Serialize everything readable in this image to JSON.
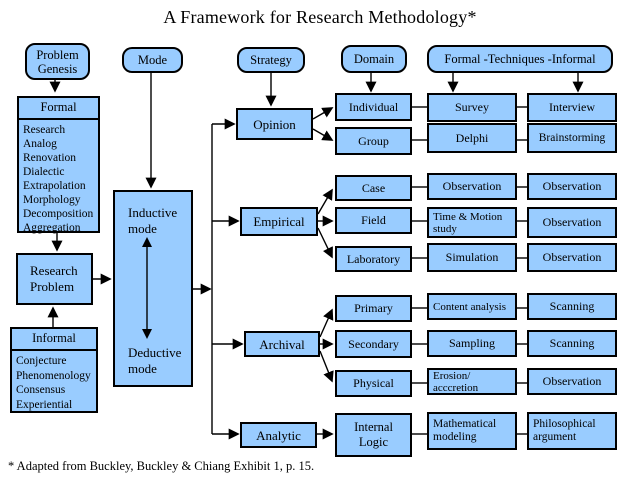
{
  "title": "A Framework for Research Methodology*",
  "footnote": "* Adapted from Buckley, Buckley & Chiang Exhibit 1, p. 15.",
  "colors": {
    "box_fill": "#99CCFF",
    "box_border": "#000000",
    "page_bg": "#FFFFFF",
    "text": "#000000"
  },
  "column_headers": {
    "problem_genesis": "Problem Genesis",
    "mode": "Mode",
    "strategy": "Strategy",
    "domain": "Domain",
    "techniques": "Formal -Techniques -Informal"
  },
  "problem_genesis": {
    "formal": {
      "title": "Formal",
      "items": [
        "Research",
        "Analog",
        "Renovation",
        "Dialectic",
        "Extrapolation",
        "Morphology",
        "Decomposition",
        "Aggregation"
      ]
    },
    "informal": {
      "title": "Informal",
      "items": [
        "Conjecture",
        "Phenomenology",
        "Consensus",
        "Experiential"
      ]
    },
    "research_problem": "Research Problem"
  },
  "mode": {
    "inductive": "Inductive mode",
    "deductive": "Deductive mode"
  },
  "strategies": {
    "opinion": "Opinion",
    "empirical": "Empirical",
    "archival": "Archival",
    "analytic": "Analytic"
  },
  "domains": {
    "individual": "Individual",
    "group": "Group",
    "case": "Case",
    "field": "Field",
    "laboratory": "Laboratory",
    "primary": "Primary",
    "secondary": "Secondary",
    "physical": "Physical",
    "internal_logic": "Internal Logic"
  },
  "formal_techniques": {
    "survey": "Survey",
    "delphi": "Delphi",
    "observation_case": "Observation",
    "time_motion": "Time & Motion study",
    "simulation": "Simulation",
    "content_analysis": "Content analysis",
    "sampling": "Sampling",
    "erosion_accretion": "Erosion/ acccretion",
    "math_modeling": "Mathematical modeling"
  },
  "informal_techniques": {
    "interview": "Interview",
    "brainstorming": "Brainstorming",
    "observation_case": "Observation",
    "observation_field": "Observation",
    "observation_lab": "Observation",
    "scanning_primary": "Scanning",
    "scanning_secondary": "Scanning",
    "observation_physical": "Observation",
    "philosophical_argument": "Philosophical argument"
  }
}
